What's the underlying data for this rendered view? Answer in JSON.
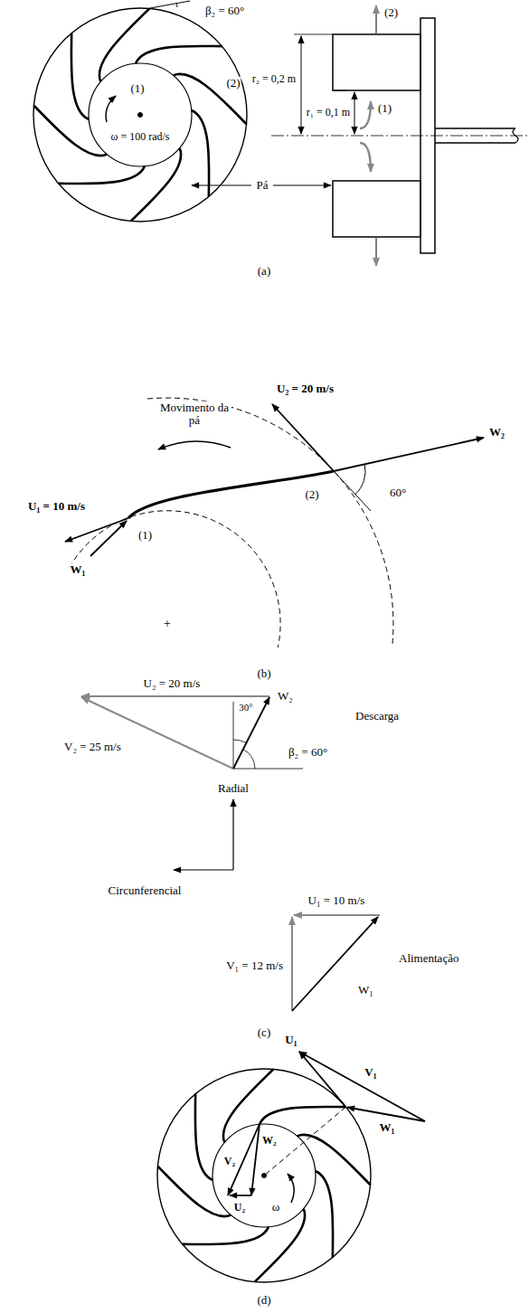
{
  "diagram": {
    "labels": [
      "β₂ = 60°",
      "(2)",
      "(1)",
      "ω = 100 rad/s",
      "r₂ = 0,2 m",
      "r₁ = 0,1 m",
      "(2)",
      "(1)",
      "Pá",
      "(a)",
      "U₂ = 20 m/s",
      "Movimento da pá",
      "W₂",
      "60°",
      "U₁ = 10 m/s",
      "(1)",
      "(2)",
      "W₁",
      "+",
      "(b)",
      "U₂ = 20 m/s",
      "W₂",
      "30°",
      "β₂ = 60°",
      "Descarga",
      "V₂ = 25 m/s",
      "Radial",
      "Circunferencial",
      "U₁ = 10 m/s",
      "V₁ = 12 m/s",
      "Alimentação",
      "W₁",
      "(c)",
      "U₁",
      "V₁",
      "W₁",
      "V₂",
      "W₂",
      "U₂",
      "ω",
      "(d)"
    ]
  }
}
